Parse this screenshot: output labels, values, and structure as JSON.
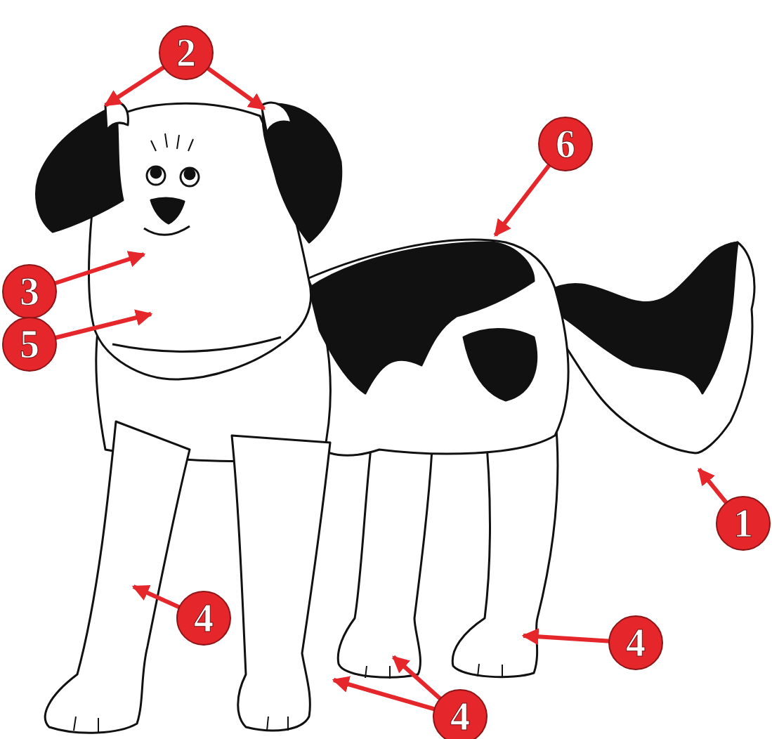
{
  "diagram": {
    "labels": [
      "2",
      "6",
      "3",
      "5",
      "1",
      "4",
      "4",
      "4"
    ]
  }
}
